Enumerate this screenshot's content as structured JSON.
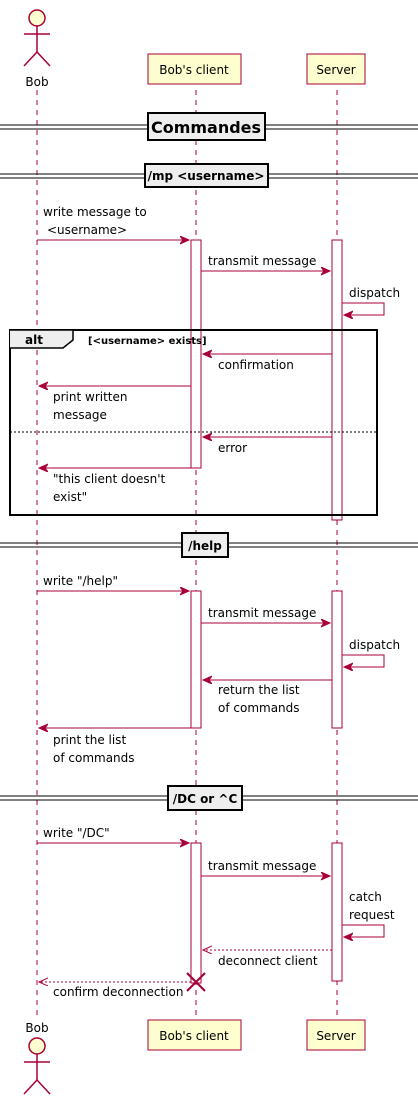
{
  "participants": {
    "bob": "Bob",
    "client": "Bob's client",
    "server": "Server"
  },
  "sections": {
    "commandes": "Commandes",
    "mp": "/mp <username>",
    "help": "/help",
    "dc": "/DC or ^C"
  },
  "alt": {
    "label": "alt",
    "condition": "[<username> exists]"
  },
  "messages": {
    "m1_line1": "write message to",
    "m1_line2": "<username>",
    "m2": "transmit message",
    "m3": "dispatch",
    "m4": "confirmation",
    "m5_line1": "print written",
    "m5_line2": "message",
    "m6": "error",
    "m7_line1": "\"this client doesn't",
    "m7_line2": "exist\"",
    "h1": "write \"/help\"",
    "h2": "transmit message",
    "h3": "dispatch",
    "h4_line1": "return the list",
    "h4_line2": "of commands",
    "h5_line1": "print the list",
    "h5_line2": "of commands",
    "d1": "write \"/DC\"",
    "d2": "transmit message",
    "d3_line1": "catch",
    "d3_line2": "request",
    "d4": "deconnect client",
    "d5": "confirm deconnection"
  },
  "colors": {
    "border": "#A80036",
    "participant_fill": "#FEFECE"
  }
}
